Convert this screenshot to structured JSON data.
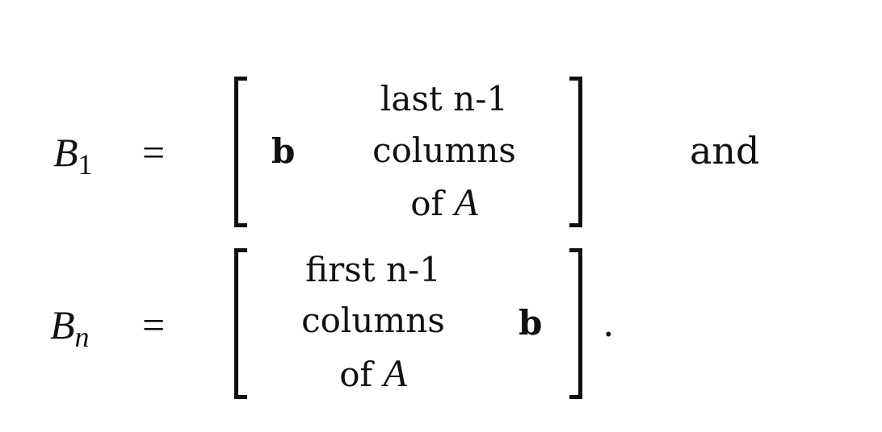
{
  "equations": [
    {
      "lhs_symbol": "B",
      "lhs_subscript": "1",
      "relation": "=",
      "vector": "b",
      "block_lines": [
        "last n-1",
        "columns",
        "of"
      ],
      "block_matrix": "A",
      "trailing": "and"
    },
    {
      "lhs_symbol": "B",
      "lhs_subscript": "n",
      "relation": "=",
      "vector": "b",
      "block_lines": [
        "first n-1",
        "columns",
        "of"
      ],
      "block_matrix": "A",
      "trailing": "."
    }
  ]
}
